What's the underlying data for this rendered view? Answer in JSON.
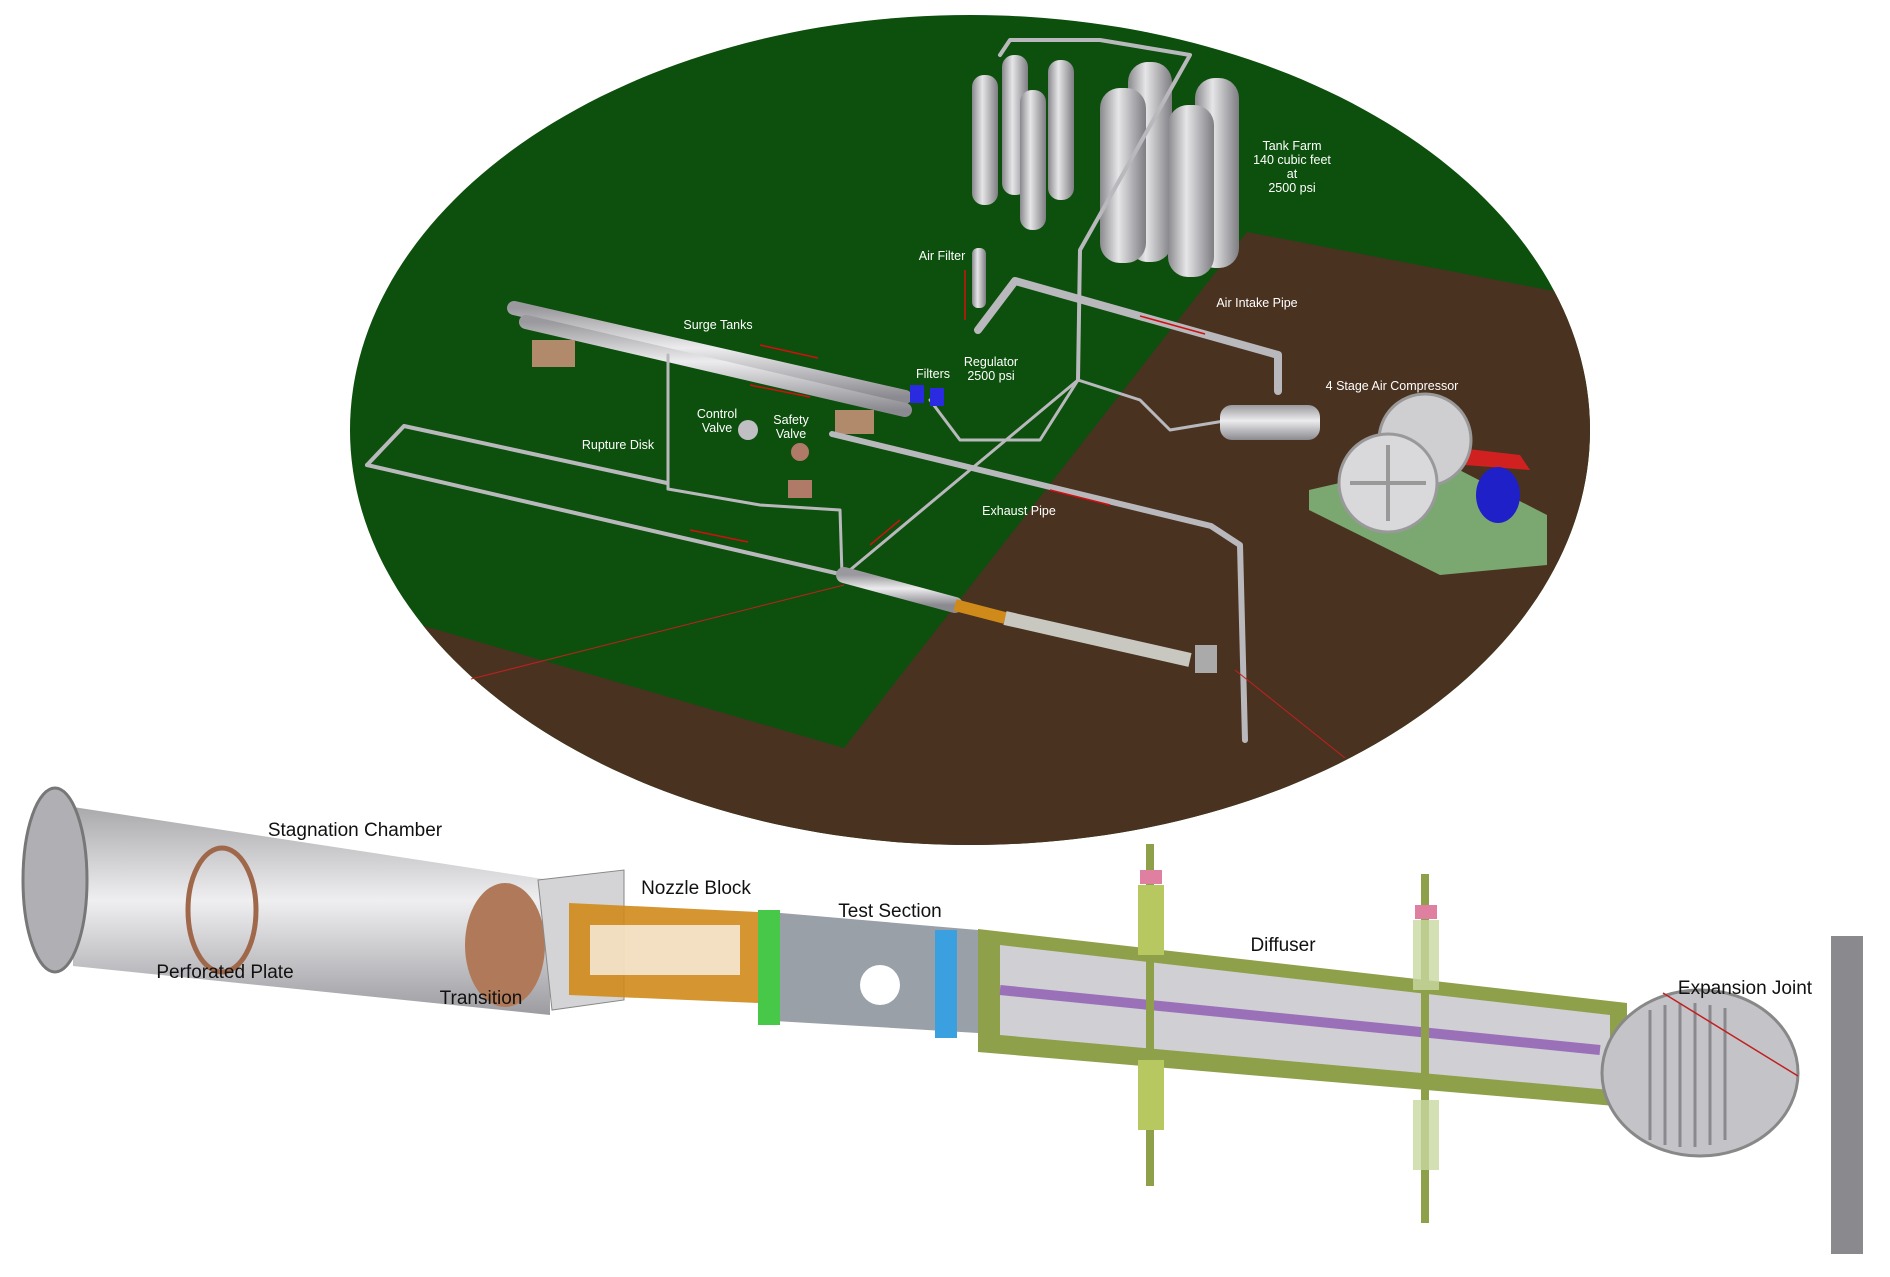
{
  "colors": {
    "grass": "#0d4f0d",
    "ground": "#4a3220",
    "pipe": "#b9b9bd",
    "flow_arrow": "#d01010",
    "diffuser": "#8fa04a",
    "nozzle": "#d08a1a",
    "motor": "#2020c8",
    "belt": "#d02020",
    "base": "#7aa870"
  },
  "facility_labels": {
    "tank_farm": [
      "Tank Farm",
      "140 cubic feet",
      "at",
      "2500 psi"
    ],
    "air_filter": "Air Filter",
    "air_intake_pipe": "Air Intake Pipe",
    "surge_tanks": "Surge Tanks",
    "regulator": [
      "Regulator",
      "2500 psi"
    ],
    "filters": "Filters",
    "compressor": "4 Stage Air Compressor",
    "control_valve": [
      "Control",
      "Valve"
    ],
    "safety_valve": [
      "Safety",
      "Valve"
    ],
    "rupture_disk": "Rupture Disk",
    "exhaust_pipe": "Exhaust Pipe"
  },
  "tunnel_labels": {
    "stagnation_chamber": "Stagnation Chamber",
    "perforated_plate": "Perforated Plate",
    "transition": "Transition",
    "nozzle_block": "Nozzle Block",
    "test_section": "Test Section",
    "diffuser": "Diffuser",
    "expansion_joint": "Expansion Joint"
  }
}
